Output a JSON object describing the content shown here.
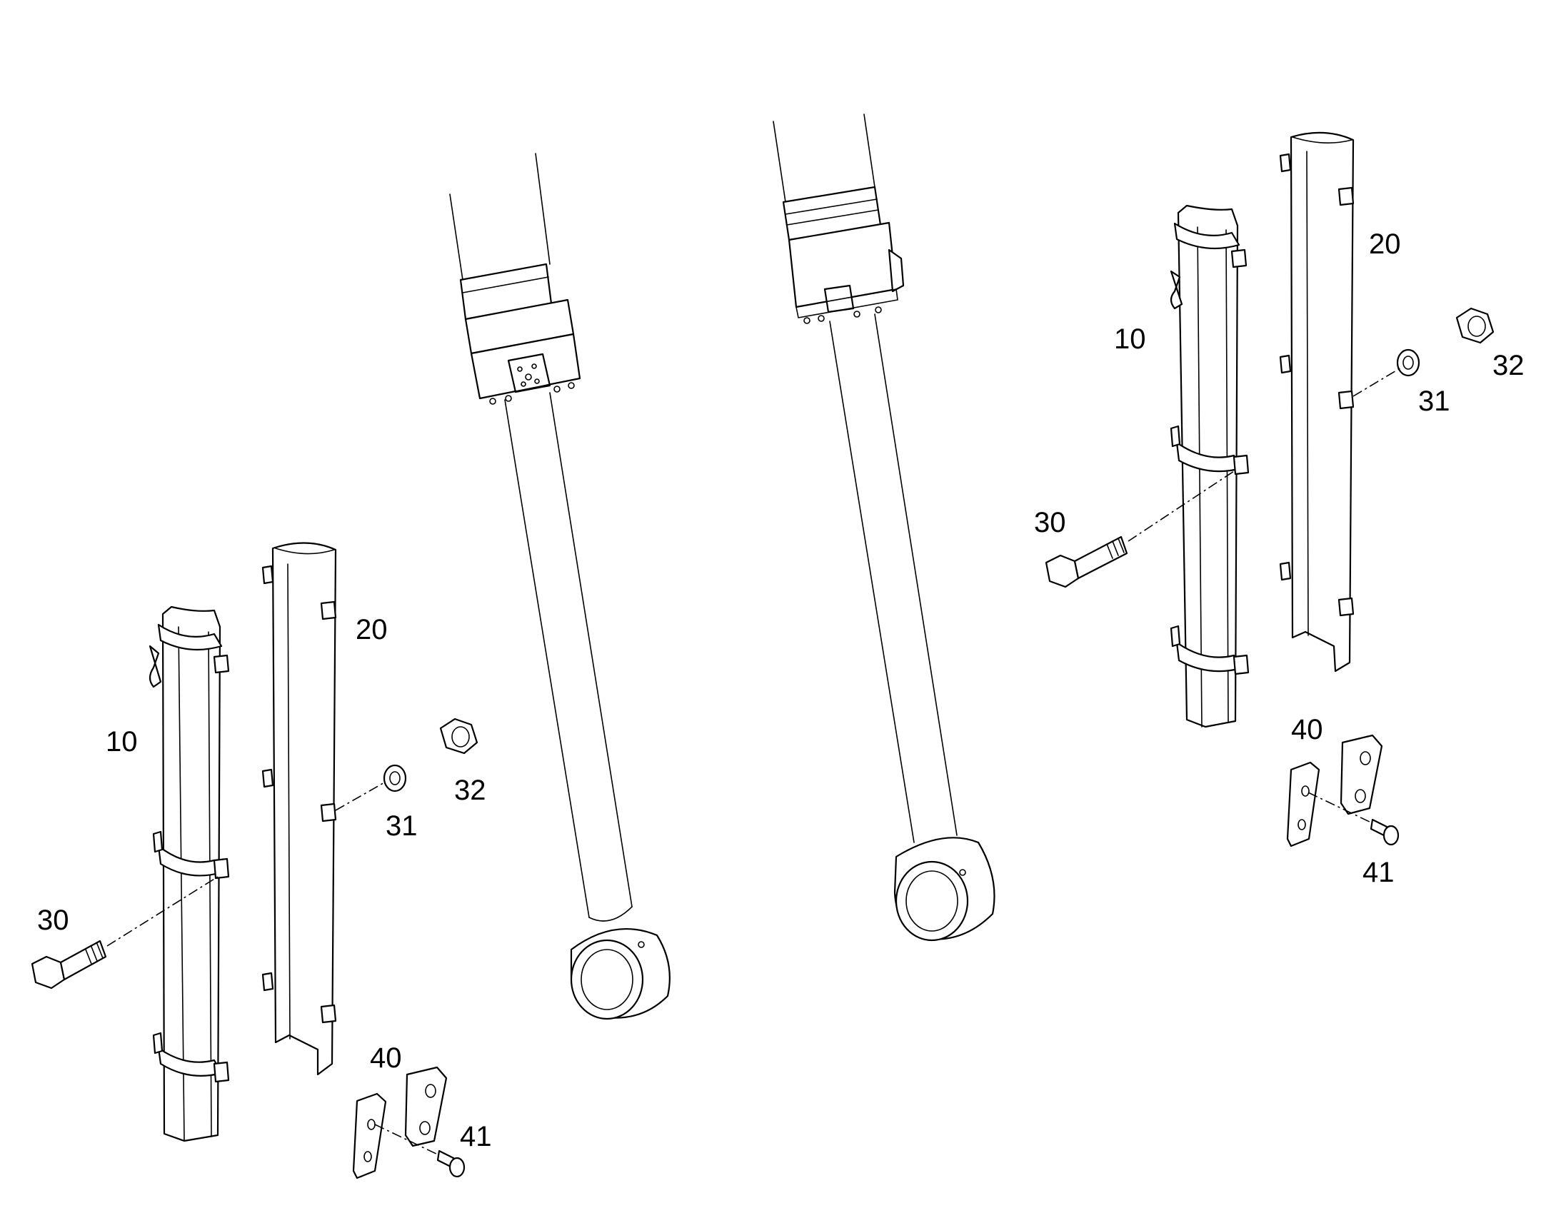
{
  "labels": {
    "left": {
      "p10": "10",
      "p20": "20",
      "p30": "30",
      "p31": "31",
      "p32": "32",
      "p40": "40",
      "p41": "41"
    },
    "right": {
      "p10": "10",
      "p20": "20",
      "p30": "30",
      "p31": "31",
      "p32": "32",
      "p40": "40",
      "p41": "41"
    }
  }
}
